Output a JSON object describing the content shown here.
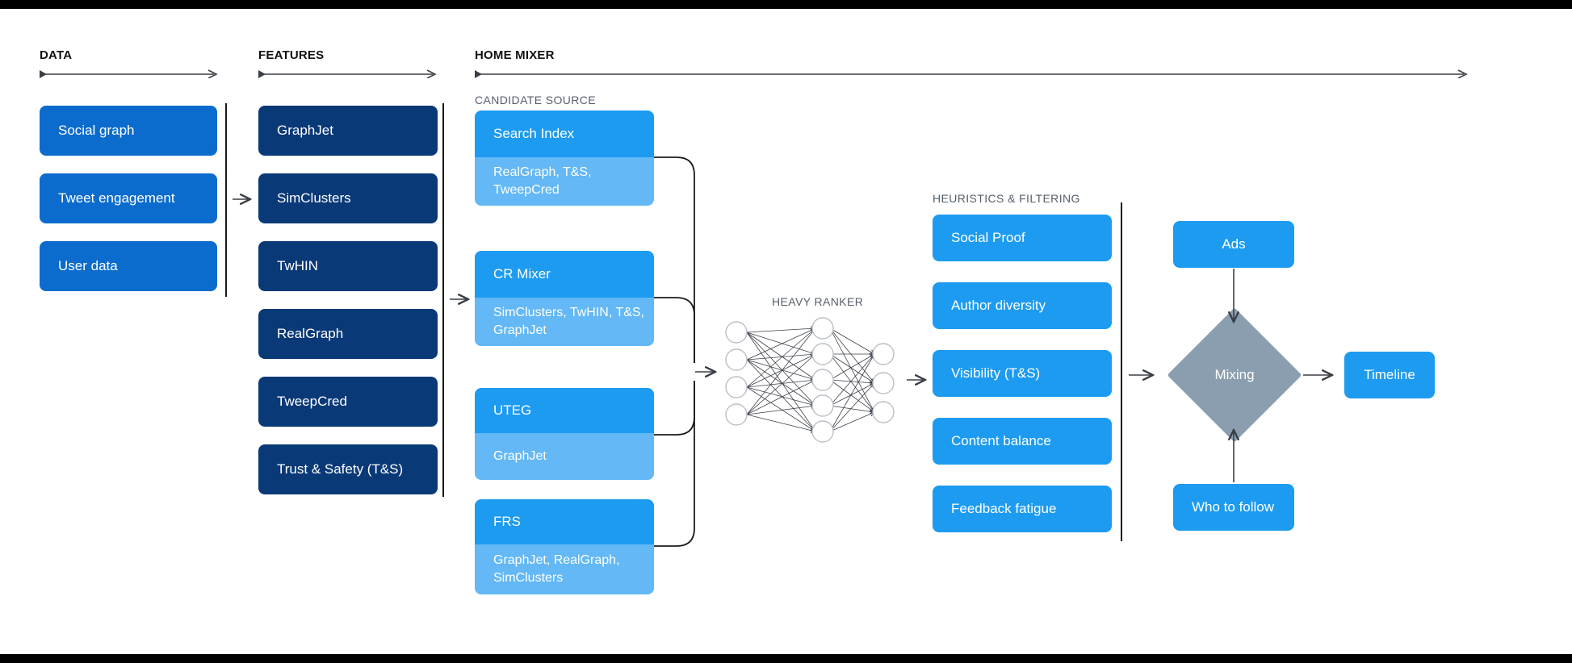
{
  "columns": {
    "data": {
      "title": "DATA"
    },
    "features": {
      "title": "FEATURES"
    },
    "home_mixer": {
      "title": "HOME MIXER"
    }
  },
  "section_labels": {
    "candidate_source": "CANDIDATE SOURCE",
    "heavy_ranker": "HEAVY RANKER",
    "heuristics": "HEURISTICS & FILTERING"
  },
  "data_boxes": [
    {
      "label": "Social graph"
    },
    {
      "label": "Tweet engagement"
    },
    {
      "label": "User data"
    }
  ],
  "feature_boxes": [
    {
      "label": "GraphJet"
    },
    {
      "label": "SimClusters"
    },
    {
      "label": "TwHIN"
    },
    {
      "label": "RealGraph"
    },
    {
      "label": "TweepCred"
    },
    {
      "label": "Trust & Safety (T&S)"
    }
  ],
  "candidate_sources": [
    {
      "name": "Search Index",
      "features": "RealGraph, T&S, TweepCred"
    },
    {
      "name": "CR Mixer",
      "features": "SimClusters, TwHIN, T&S, GraphJet"
    },
    {
      "name": "UTEG",
      "features": "GraphJet"
    },
    {
      "name": "FRS",
      "features": "GraphJet, RealGraph, SimClusters"
    }
  ],
  "heuristics_boxes": [
    {
      "label": "Social Proof"
    },
    {
      "label": "Author diversity"
    },
    {
      "label": "Visibility (T&S)"
    },
    {
      "label": "Content balance"
    },
    {
      "label": "Feedback fatigue"
    }
  ],
  "output_stage": {
    "ads": "Ads",
    "mixing": "Mixing",
    "who_to_follow": "Who to follow",
    "timeline": "Timeline"
  },
  "neural_network": {
    "input_nodes": 4,
    "hidden_nodes": 5,
    "output_nodes": 3
  },
  "colors": {
    "data_box": "#0c6ccd",
    "feature_box": "#0a3977",
    "candidate_head": "#1d9bf0",
    "candidate_body": "#63b8f5",
    "heuristic_box": "#1d9bf0",
    "output_box": "#1d9bf0",
    "mixing_diamond": "#8b9eaf",
    "divider": "#1a1a1a",
    "background": "#ffffff",
    "letterbox": "#000000"
  }
}
